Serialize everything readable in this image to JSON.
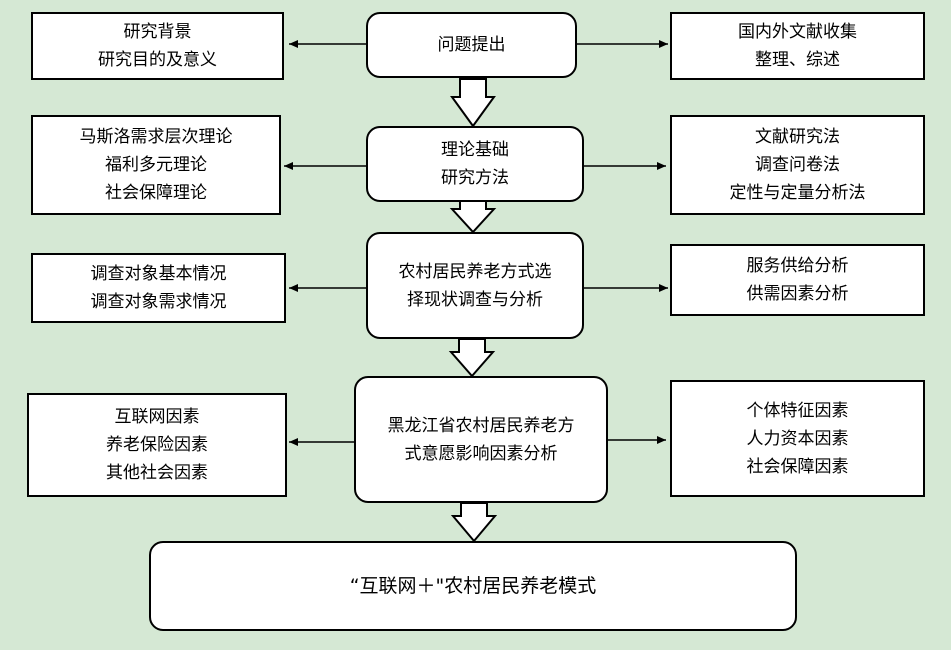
{
  "diagram": {
    "center_steps": [
      {
        "id": "problem",
        "lines": [
          "问题提出"
        ]
      },
      {
        "id": "theory",
        "lines": [
          "理论基础",
          "研究方法"
        ]
      },
      {
        "id": "status",
        "lines": [
          "农村居民养老方式选",
          "择现状调查与分析"
        ]
      },
      {
        "id": "factors",
        "lines": [
          "黑龙江省农村居民养老方",
          "式意愿影响因素分析"
        ]
      }
    ],
    "left_notes": [
      {
        "lines": [
          "研究背景",
          "研究目的及意义"
        ]
      },
      {
        "lines": [
          "马斯洛需求层次理论",
          "福利多元理论",
          "社会保障理论"
        ]
      },
      {
        "lines": [
          "调查对象基本情况",
          "调查对象需求情况"
        ]
      },
      {
        "lines": [
          "互联网因素",
          "养老保险因素",
          "其他社会因素"
        ]
      }
    ],
    "right_notes": [
      {
        "lines": [
          "国内外文献收集",
          "整理、综述"
        ]
      },
      {
        "lines": [
          "文献研究法",
          "调查问卷法",
          "定性与定量分析法"
        ]
      },
      {
        "lines": [
          "服务供给分析",
          "供需因素分析"
        ]
      },
      {
        "lines": [
          "个体特征因素",
          "人力资本因素",
          "社会保障因素"
        ]
      }
    ],
    "final": {
      "lines": [
        "“互联网＋\"农村居民养老模式"
      ]
    }
  },
  "colors": {
    "background": "#d5e8d4",
    "box_fill": "#ffffff",
    "stroke": "#000000"
  }
}
